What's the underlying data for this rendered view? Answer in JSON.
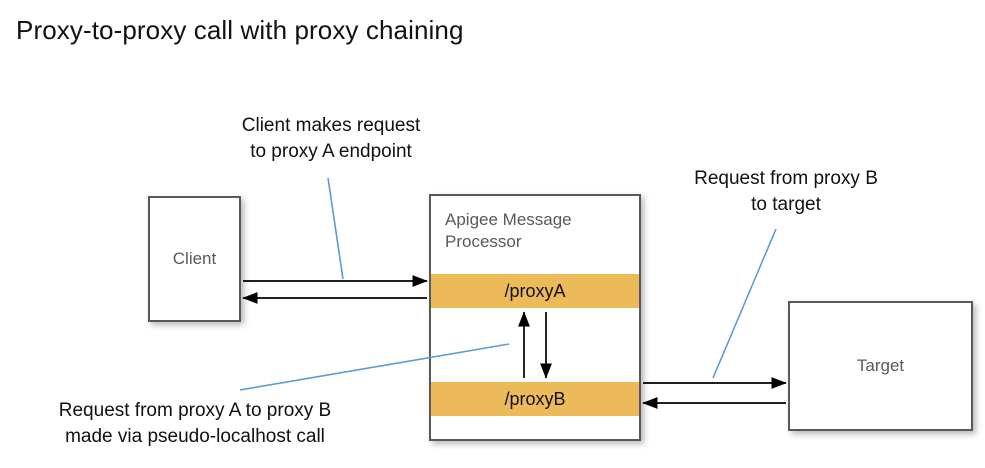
{
  "title": "Proxy-to-proxy call with proxy chaining",
  "nodes": {
    "client": {
      "label": "Client"
    },
    "apigee": {
      "label": "Apigee Message\nProcessor"
    },
    "target": {
      "label": "Target"
    },
    "proxy_a": {
      "label": "/proxyA"
    },
    "proxy_b": {
      "label": "/proxyB"
    }
  },
  "annotations": {
    "client_request": "Client makes request\nto proxy A endpoint",
    "proxyb_to_target": "Request from proxy B\nto target",
    "proxya_to_proxyb": "Request from proxy A to proxy B\nmade via pseudo-localhost call"
  },
  "colors": {
    "proxy_band": "#edba5a",
    "box_border": "#595959",
    "box_label": "#595959",
    "leader_line": "#5b9bd5",
    "arrow": "#000000",
    "title": "#111111",
    "background": "#ffffff"
  },
  "arrows": [
    {
      "name": "client-to-proxya",
      "direction": "right",
      "from": "client",
      "to": "proxyA"
    },
    {
      "name": "proxya-to-client",
      "direction": "left",
      "from": "proxyA",
      "to": "client"
    },
    {
      "name": "proxya-to-proxyb",
      "direction": "down",
      "from": "proxyA",
      "to": "proxyB"
    },
    {
      "name": "proxyb-to-proxya",
      "direction": "up",
      "from": "proxyB",
      "to": "proxyA"
    },
    {
      "name": "proxyb-to-target",
      "direction": "right",
      "from": "proxyB",
      "to": "target"
    },
    {
      "name": "target-to-proxyb",
      "direction": "left",
      "from": "target",
      "to": "proxyB"
    }
  ]
}
